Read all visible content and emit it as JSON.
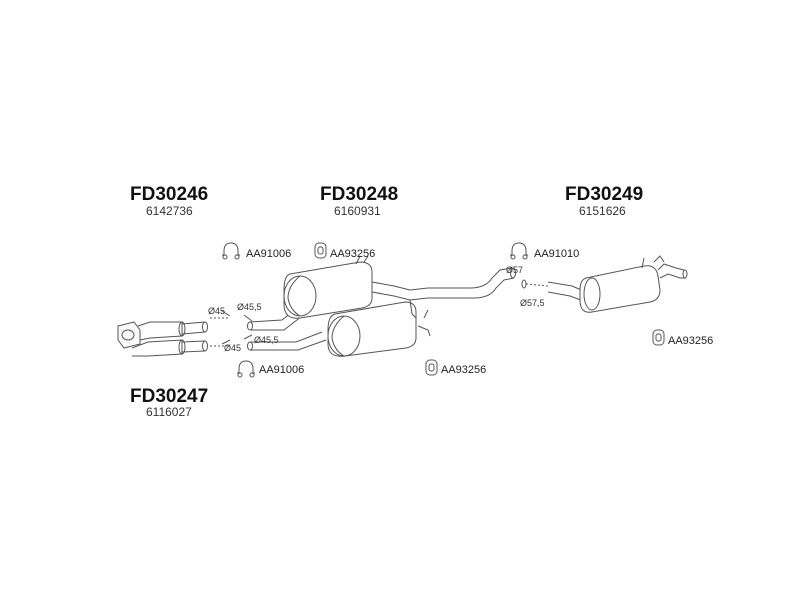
{
  "groups": [
    {
      "code": "FD30246",
      "number": "6142736"
    },
    {
      "code": "FD30248",
      "number": "6160931"
    },
    {
      "code": "FD30249",
      "number": "6151626"
    },
    {
      "code": "FD30247",
      "number": "6116027"
    }
  ],
  "parts": {
    "clamp_1": "AA91006",
    "mount_1": "AA93256",
    "clamp_2": "AA91010",
    "mount_2": "AA93256",
    "clamp_3": "AA91006",
    "mount_3": "AA93256"
  },
  "dimensions": {
    "d45_top": "Ø45",
    "d45_bottom": "Ø45",
    "d45_5_top": "Ø45,5",
    "d45_5_bottom": "Ø45,5",
    "d57": "Ø57",
    "d57_5": "Ø57,5"
  },
  "icons": {
    "clamp": "u-clamp-icon",
    "mount": "rubber-mount-icon"
  },
  "colors": {
    "line": "#555555",
    "text": "#111111"
  }
}
